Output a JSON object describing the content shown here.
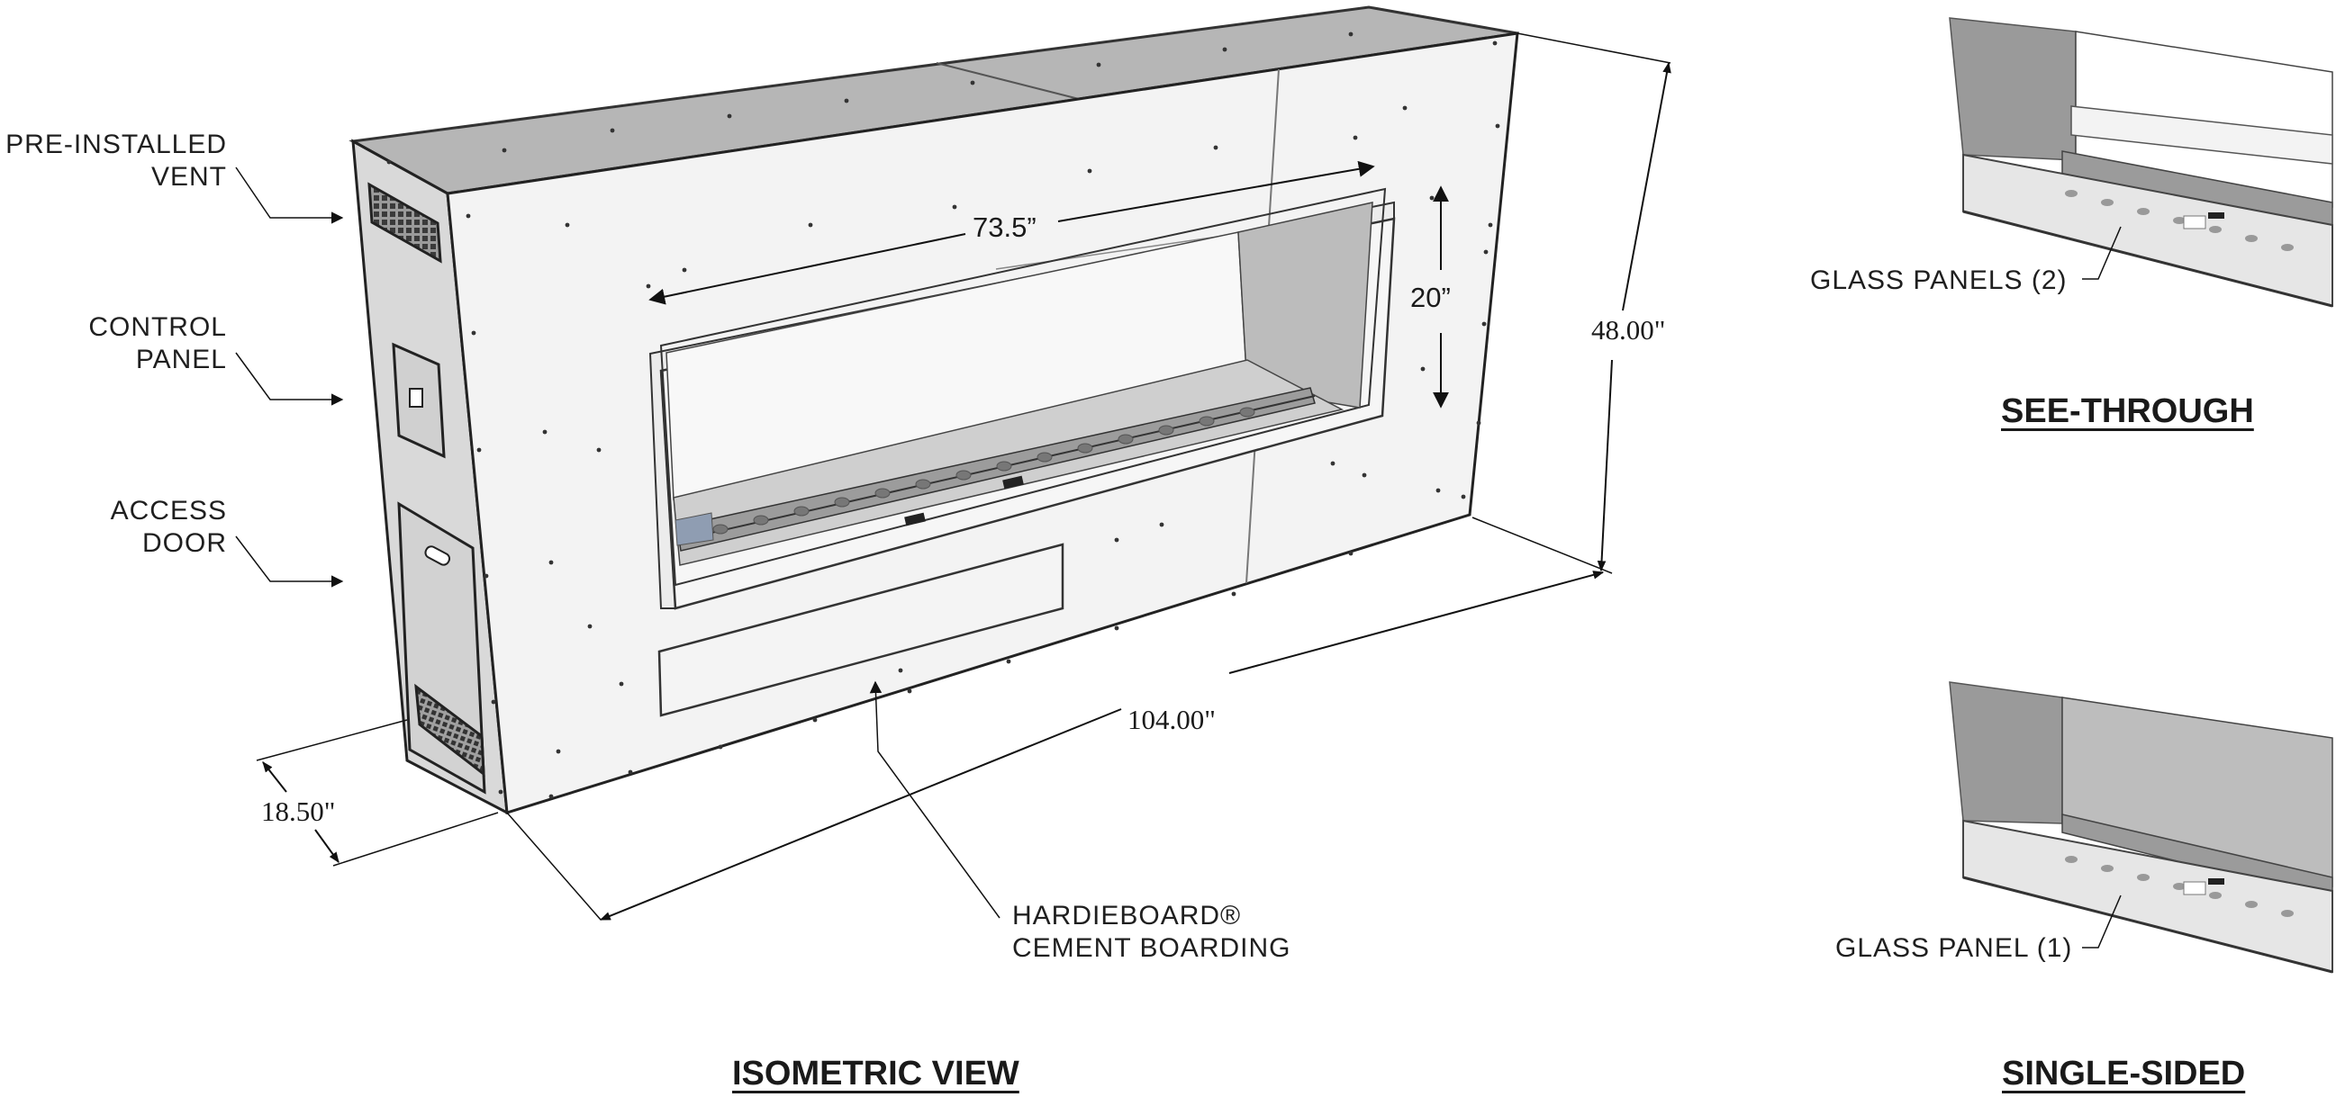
{
  "callouts": {
    "vent": [
      "PRE-INSTALLED",
      "VENT"
    ],
    "control": [
      "CONTROL",
      "PANEL"
    ],
    "access": [
      "ACCESS",
      "DOOR"
    ],
    "board": [
      "HARDIEBOARD®",
      "CEMENT BOARDING"
    ]
  },
  "dimensions": {
    "opening_width": "73.5”",
    "opening_height": "20”",
    "height": "48.00\"",
    "width": "104.00\"",
    "depth": "18.50\""
  },
  "views": {
    "see_through": {
      "title": "SEE-THROUGH",
      "label": "GLASS PANELS (2)"
    },
    "single_sided": {
      "title": "SINGLE-SIDED",
      "label": "GLASS PANEL (1)"
    },
    "isometric": {
      "title": "ISOMETRIC VIEW"
    }
  }
}
